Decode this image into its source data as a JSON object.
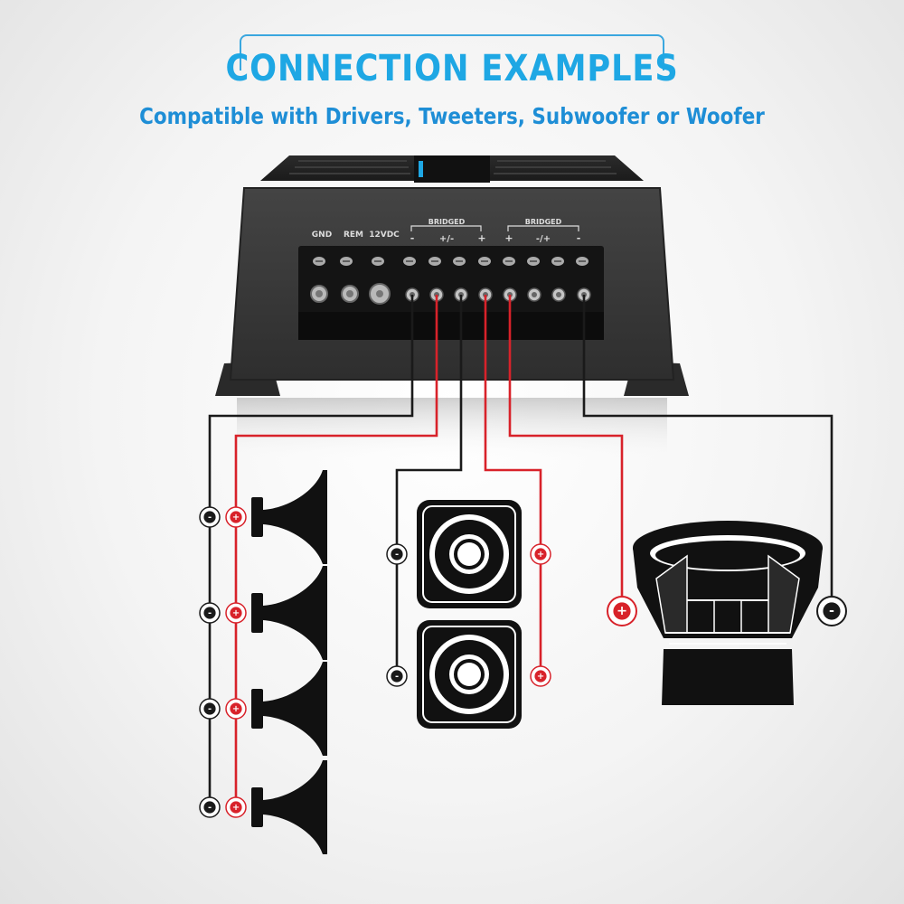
{
  "header": {
    "title": "CONNECTION EXAMPLES",
    "subtitle": "Compatible with Drivers, Tweeters, Subwoofer or Woofer"
  },
  "amplifier": {
    "terminal_labels": [
      "GND",
      "REM",
      "12VDC"
    ],
    "bridged_left": {
      "label": "BRIDGED",
      "minus": "-",
      "center": "+/-",
      "plus": "+"
    },
    "bridged_right": {
      "label": "BRIDGED",
      "plus": "+",
      "center": "-/+",
      "minus": "-"
    }
  },
  "symbols": {
    "plus": "+",
    "minus": "-"
  },
  "colors": {
    "accent": "#1ea7e4",
    "positive_wire": "#d8222a",
    "negative_wire": "#1a1a1a",
    "amplifier_body": "#333333"
  },
  "icons": [
    "horn-driver-icon",
    "tweeter-icon",
    "subwoofer-icon"
  ]
}
